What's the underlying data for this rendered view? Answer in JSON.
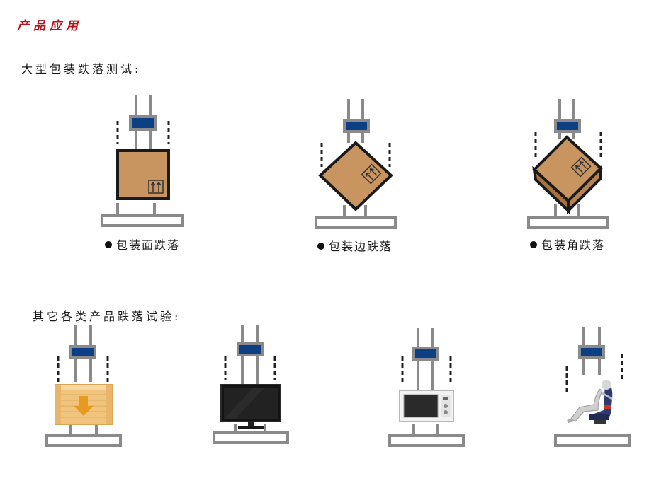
{
  "header": {
    "title": "产品应用"
  },
  "sections": [
    {
      "title": "大型包装跌落测试:",
      "items": [
        {
          "label": "包装面跌落",
          "icon": "box-flat-drop-icon"
        },
        {
          "label": "包装边跌落",
          "icon": "box-edge-drop-icon"
        },
        {
          "label": "包装角跌落",
          "icon": "box-corner-drop-icon"
        }
      ]
    },
    {
      "title": "其它各类产品跌落试验:",
      "items": [
        {
          "icon": "wooden-crate-drop-icon"
        },
        {
          "icon": "tv-drop-icon"
        },
        {
          "icon": "microwave-drop-icon"
        },
        {
          "icon": "car-seat-drop-icon"
        }
      ]
    }
  ],
  "colors": {
    "accent": "#b5121b",
    "frame": "#8a8a8a",
    "clamp": "#0d3f86",
    "box": "#c89460"
  }
}
